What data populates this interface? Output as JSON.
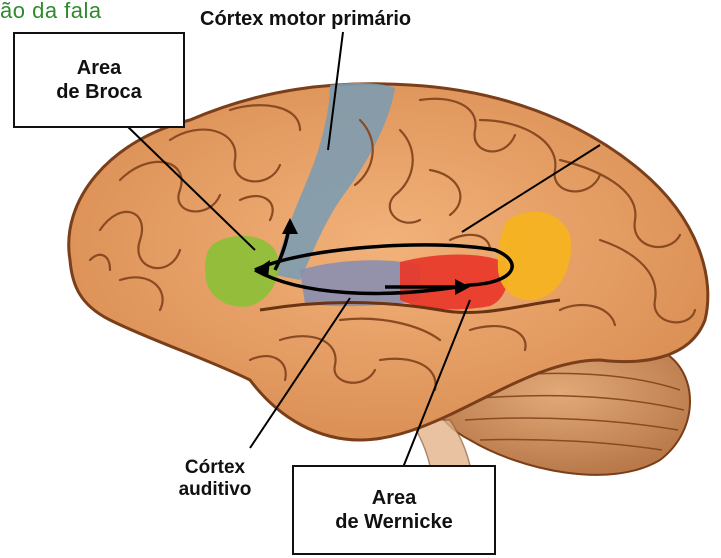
{
  "heading_partial": "ão da fala",
  "labels": {
    "primary_motor_cortex": "Córtex motor primário",
    "broca_line1": "Area",
    "broca_line2": "de Broca",
    "auditory_line1": "Córtex",
    "auditory_line2": "auditivo",
    "wernicke_line1": "Area",
    "wernicke_line2": "de Wernicke"
  },
  "colors": {
    "brain_fill": "#e8a468",
    "brain_outline": "#7a3f1a",
    "gyri_lines": "#8a4a22",
    "cerebellum": "#d49a68",
    "broca_area": "#8fbf3a",
    "motor_cortex": "#7d9cb0",
    "auditory_cortex": "#8a8fb0",
    "wernicke_area": "#e8372a",
    "angular_gyrus": "#f5b321",
    "heading": "#2f8a2f"
  }
}
